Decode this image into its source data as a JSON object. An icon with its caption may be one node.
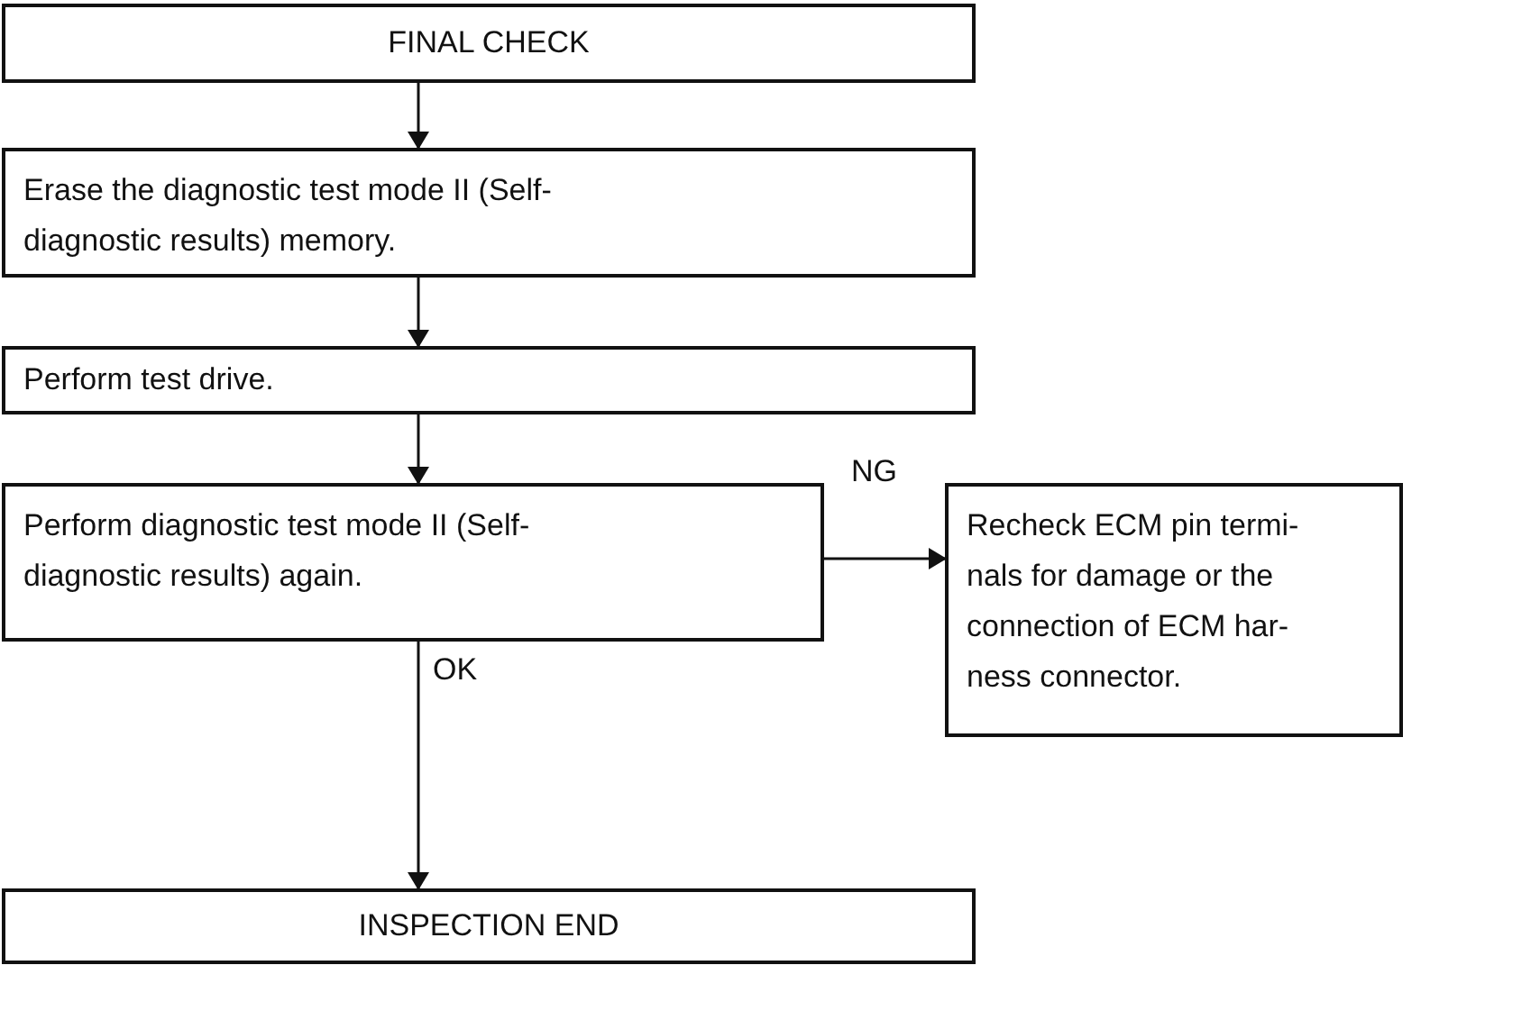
{
  "diagram": {
    "nodes": [
      {
        "text": [
          "FINAL CHECK"
        ]
      },
      {
        "text": [
          "Erase the diagnostic test mode II (Self- diagnostic results) memory."
        ]
      },
      {
        "text": [
          "Perform test drive."
        ]
      },
      {
        "text": [
          "Perform diagnostic test mode II (Self- diagnostic results) again."
        ]
      },
      {
        "text": [
          "Recheck ECM pin termi- nals for damage or the connection of ECM har- ness connector."
        ]
      },
      {
        "text": [
          "INSPECTION END"
        ]
      }
    ],
    "edges": [
      {
        "from": 0,
        "to": 1,
        "arrow": "to"
      },
      {
        "from": 1,
        "to": 2,
        "arrow": "to"
      },
      {
        "from": 2,
        "to": 3,
        "arrow": "to"
      },
      {
        "from": 3,
        "to": 4,
        "arrow": "to",
        "label": "NG"
      },
      {
        "from": 3,
        "to": 5,
        "arrow": "to",
        "label": "OK"
      }
    ]
  }
}
